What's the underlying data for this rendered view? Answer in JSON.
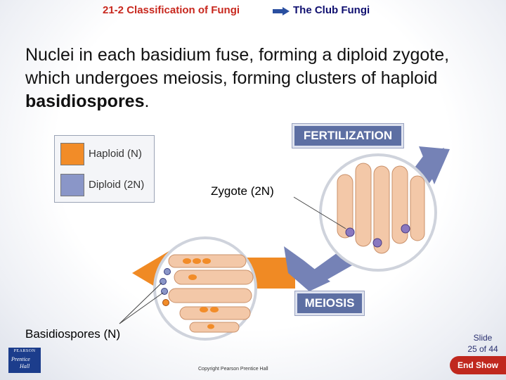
{
  "header": {
    "left_title": "21-2 Classification of Fungi",
    "right_title": "The Club Fungi"
  },
  "body": {
    "text_before": "Nuclei in each basidium fuse, forming a diploid zygote, which undergoes meiosis, forming clusters of haploid ",
    "bold_term": "basidiospores",
    "text_after": "."
  },
  "legend": {
    "items": [
      {
        "label": "Haploid (N)",
        "color": "#f28c28"
      },
      {
        "label": "Diploid (2N)",
        "color": "#8a96c8"
      }
    ]
  },
  "diagram": {
    "fertilization_label": "FERTILIZATION",
    "meiosis_label": "MEIOSIS",
    "zygote_label": "Zygote (2N)",
    "basidiospores_label": "Basidiospores (N)"
  },
  "colors": {
    "haploid": "#f28c28",
    "diploid": "#8a96c8",
    "arrow_orange": "#f08a24",
    "arrow_blue": "#7582b6",
    "hypha": "#f3c8a8",
    "accent_red": "#c8281e",
    "navy": "#101070"
  },
  "footer": {
    "slide_line1": "Slide",
    "slide_line2": "25 of 44",
    "end_show": "End Show",
    "copyright": "Copyright Pearson Prentice Hall",
    "logo_line1": "PEARSON",
    "logo_line2": "Prentice",
    "logo_line3": "Hall"
  }
}
